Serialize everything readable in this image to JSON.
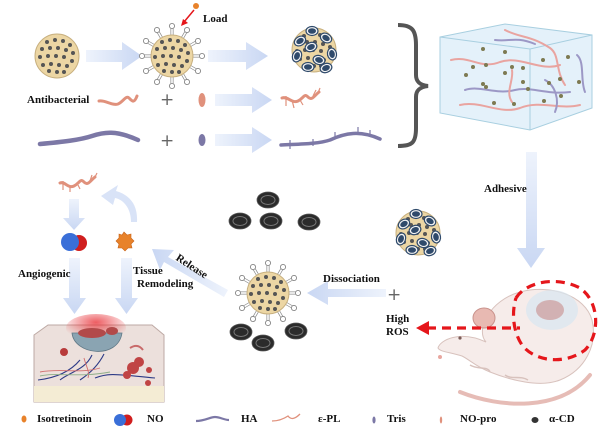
{
  "labels": {
    "load": "Load",
    "antibacterial": "Antibacterial",
    "plus": "+",
    "adhesive": "Adhesive",
    "dissociation": "Dissociation",
    "high_ros_line1": "High",
    "high_ros_line2": "ROS",
    "release": "Release",
    "angiogenic": "Angiogenic",
    "tissue_line1": "Tissue",
    "tissue_line2": "Remodeling"
  },
  "legend": [
    {
      "icon": "isotretinoin-icon",
      "label": "Isotretinoin"
    },
    {
      "icon": "no-molecule-icon",
      "label": "NO"
    },
    {
      "icon": "ha-chain-icon",
      "label": "HA"
    },
    {
      "icon": "epl-chain-icon",
      "label": "ε-PL"
    },
    {
      "icon": "tris-icon",
      "label": "Tris"
    },
    {
      "icon": "no-pro-icon",
      "label": "NO-pro"
    },
    {
      "icon": "alpha-cd-icon",
      "label": "α-CD"
    }
  ],
  "colors": {
    "particle_fill": "#ecd6a4",
    "particle_dot": "#555555",
    "cd_ring": "#2f4a6b",
    "epl": "#e0917c",
    "ha": "#7c78a6",
    "arrow": "#dbe5f7",
    "red_dash": "#e5161b",
    "isotretinoin": "#e8822a",
    "no_blue": "#3a6fd8",
    "no_red": "#d01e1e"
  }
}
